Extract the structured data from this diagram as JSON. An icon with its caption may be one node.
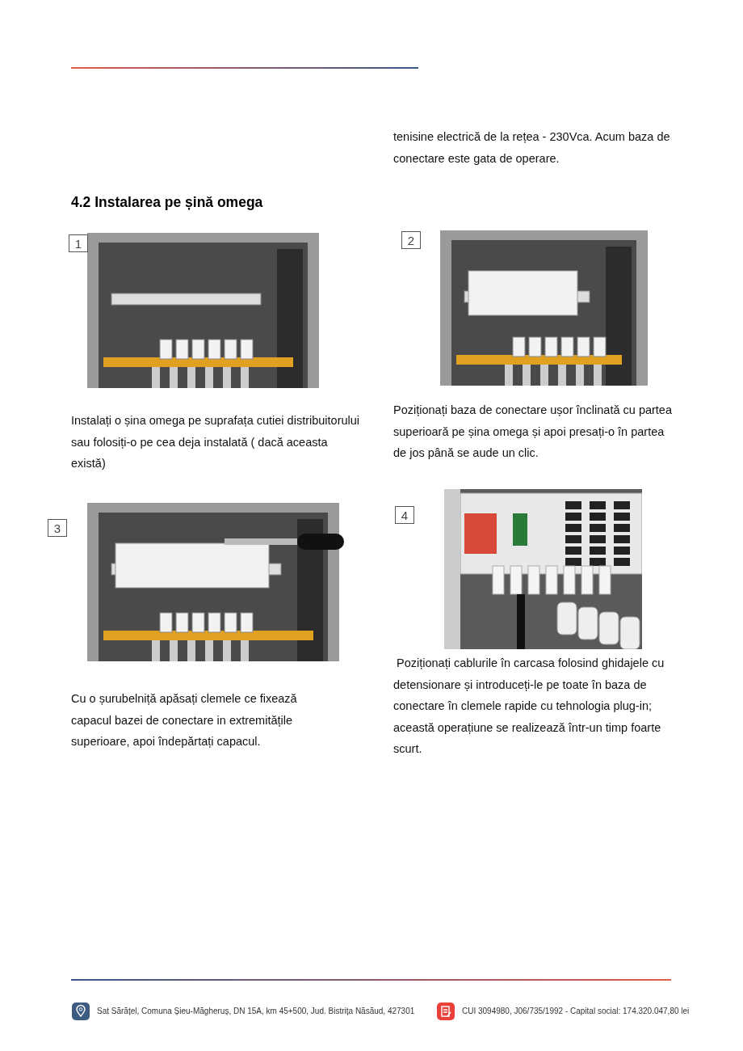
{
  "diagram": {
    "title": "4.2 Instalarea pe șină omega",
    "nodes": [
      {
        "text": [
          "1"
        ]
      },
      {
        "text": [
          "2"
        ]
      },
      {
        "text": [
          "3"
        ]
      },
      {
        "text": [
          "4"
        ]
      }
    ],
    "edges": [],
    "labels": [
      "tenisine electrică de la rețea - 230Vca. Acum baza de conectare este gata de operare.",
      "Instalați o șina omega pe suprafața cutiei distribuitorului sau folosiți-o pe cea deja instalată ( dacă aceasta există)",
      "Poziționați baza de conectare ușor înclinată cu partea superioară pe șina omega și apoi presați-o în partea de jos până se aude un clic.",
      "Cu o șurubelniță apăsați clemele ce fixează capacul bazei de conectare in extremitățile superioare, apoi îndepărtați capacul.",
      " Poziționați cablurile în carcasa folosind ghidajele cu detensionare și introduceți-le pe toate în baza de conectare în clemele rapide cu tehnologia plug-in; această operațiune se realizează într-un timp foarte scurt.",
      "Sat Sărățel, Comuna Șieu-Măgheruș, DN 15A, km 45+500, Jud. Bistrița Năsăud, 427301",
      "CUI 3094980, J06/735/1992 - Capital social: 174.320.047,80 lei"
    ]
  }
}
